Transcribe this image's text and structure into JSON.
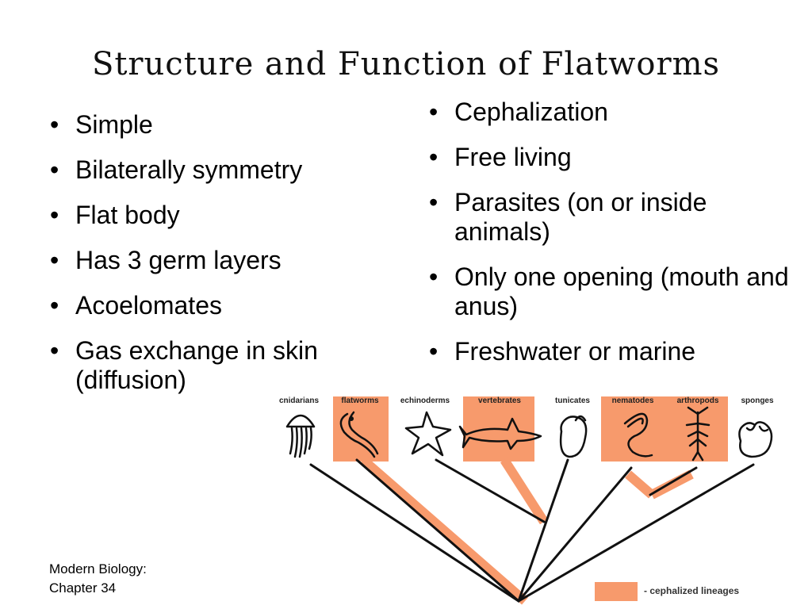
{
  "title": "Structure and Function of Flatworms",
  "left_bullets": [
    "Simple",
    "Bilaterally symmetry",
    "Flat body",
    "Has 3 germ layers",
    "Acoelomates",
    "Gas exchange in skin (diffusion)"
  ],
  "right_bullets": [
    "Cephalization",
    "Free living",
    "Parasites (on or inside animals)",
    "Only one opening (mouth and anus)",
    "Freshwater or marine"
  ],
  "footer": {
    "line1": "Modern Biology:",
    "line2": "Chapter 34"
  },
  "tree": {
    "taxa": [
      "cnidarians",
      "flatworms",
      "echinoderms",
      "vertebrates",
      "tunicates",
      "nematodes",
      "arthropods",
      "sponges"
    ],
    "cephalized": [
      "flatworms",
      "vertebrates",
      "nematodes",
      "arthropods"
    ],
    "legend_label": "- cephalized lineages",
    "highlight_color": "#f79a6c"
  }
}
